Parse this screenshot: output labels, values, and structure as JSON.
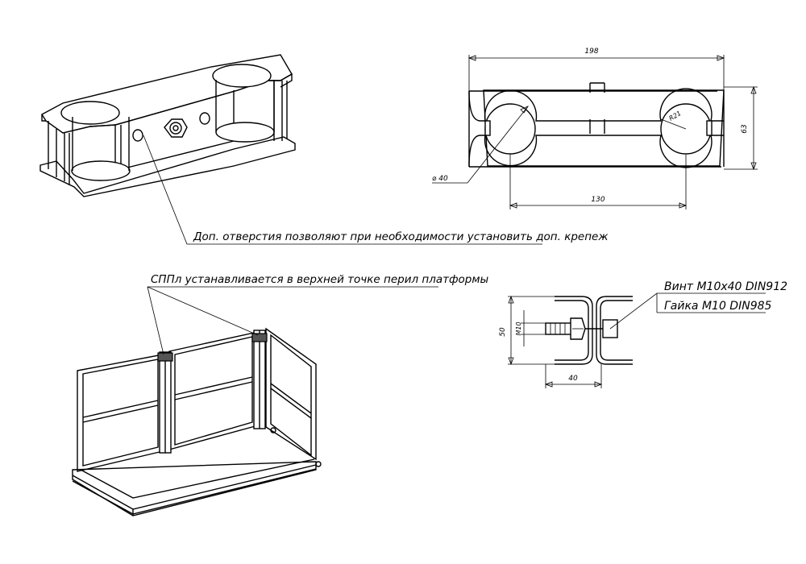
{
  "notes": {
    "holes_note": "Доп. отверстия позволяют при необходимости установить доп. крепеж",
    "mount_note": "СППл устанавливается в верхней точке перил платформы",
    "screw": "Винт М10х40 DIN912",
    "nut": "Гайка М10 DIN985"
  },
  "dimensions": {
    "overall_length": "198",
    "hole_diameter": "⌀ 40",
    "radius": "R21",
    "hole_spacing": "130",
    "height": "63",
    "side_height": "50",
    "thread": "М10",
    "side_width": "40"
  }
}
